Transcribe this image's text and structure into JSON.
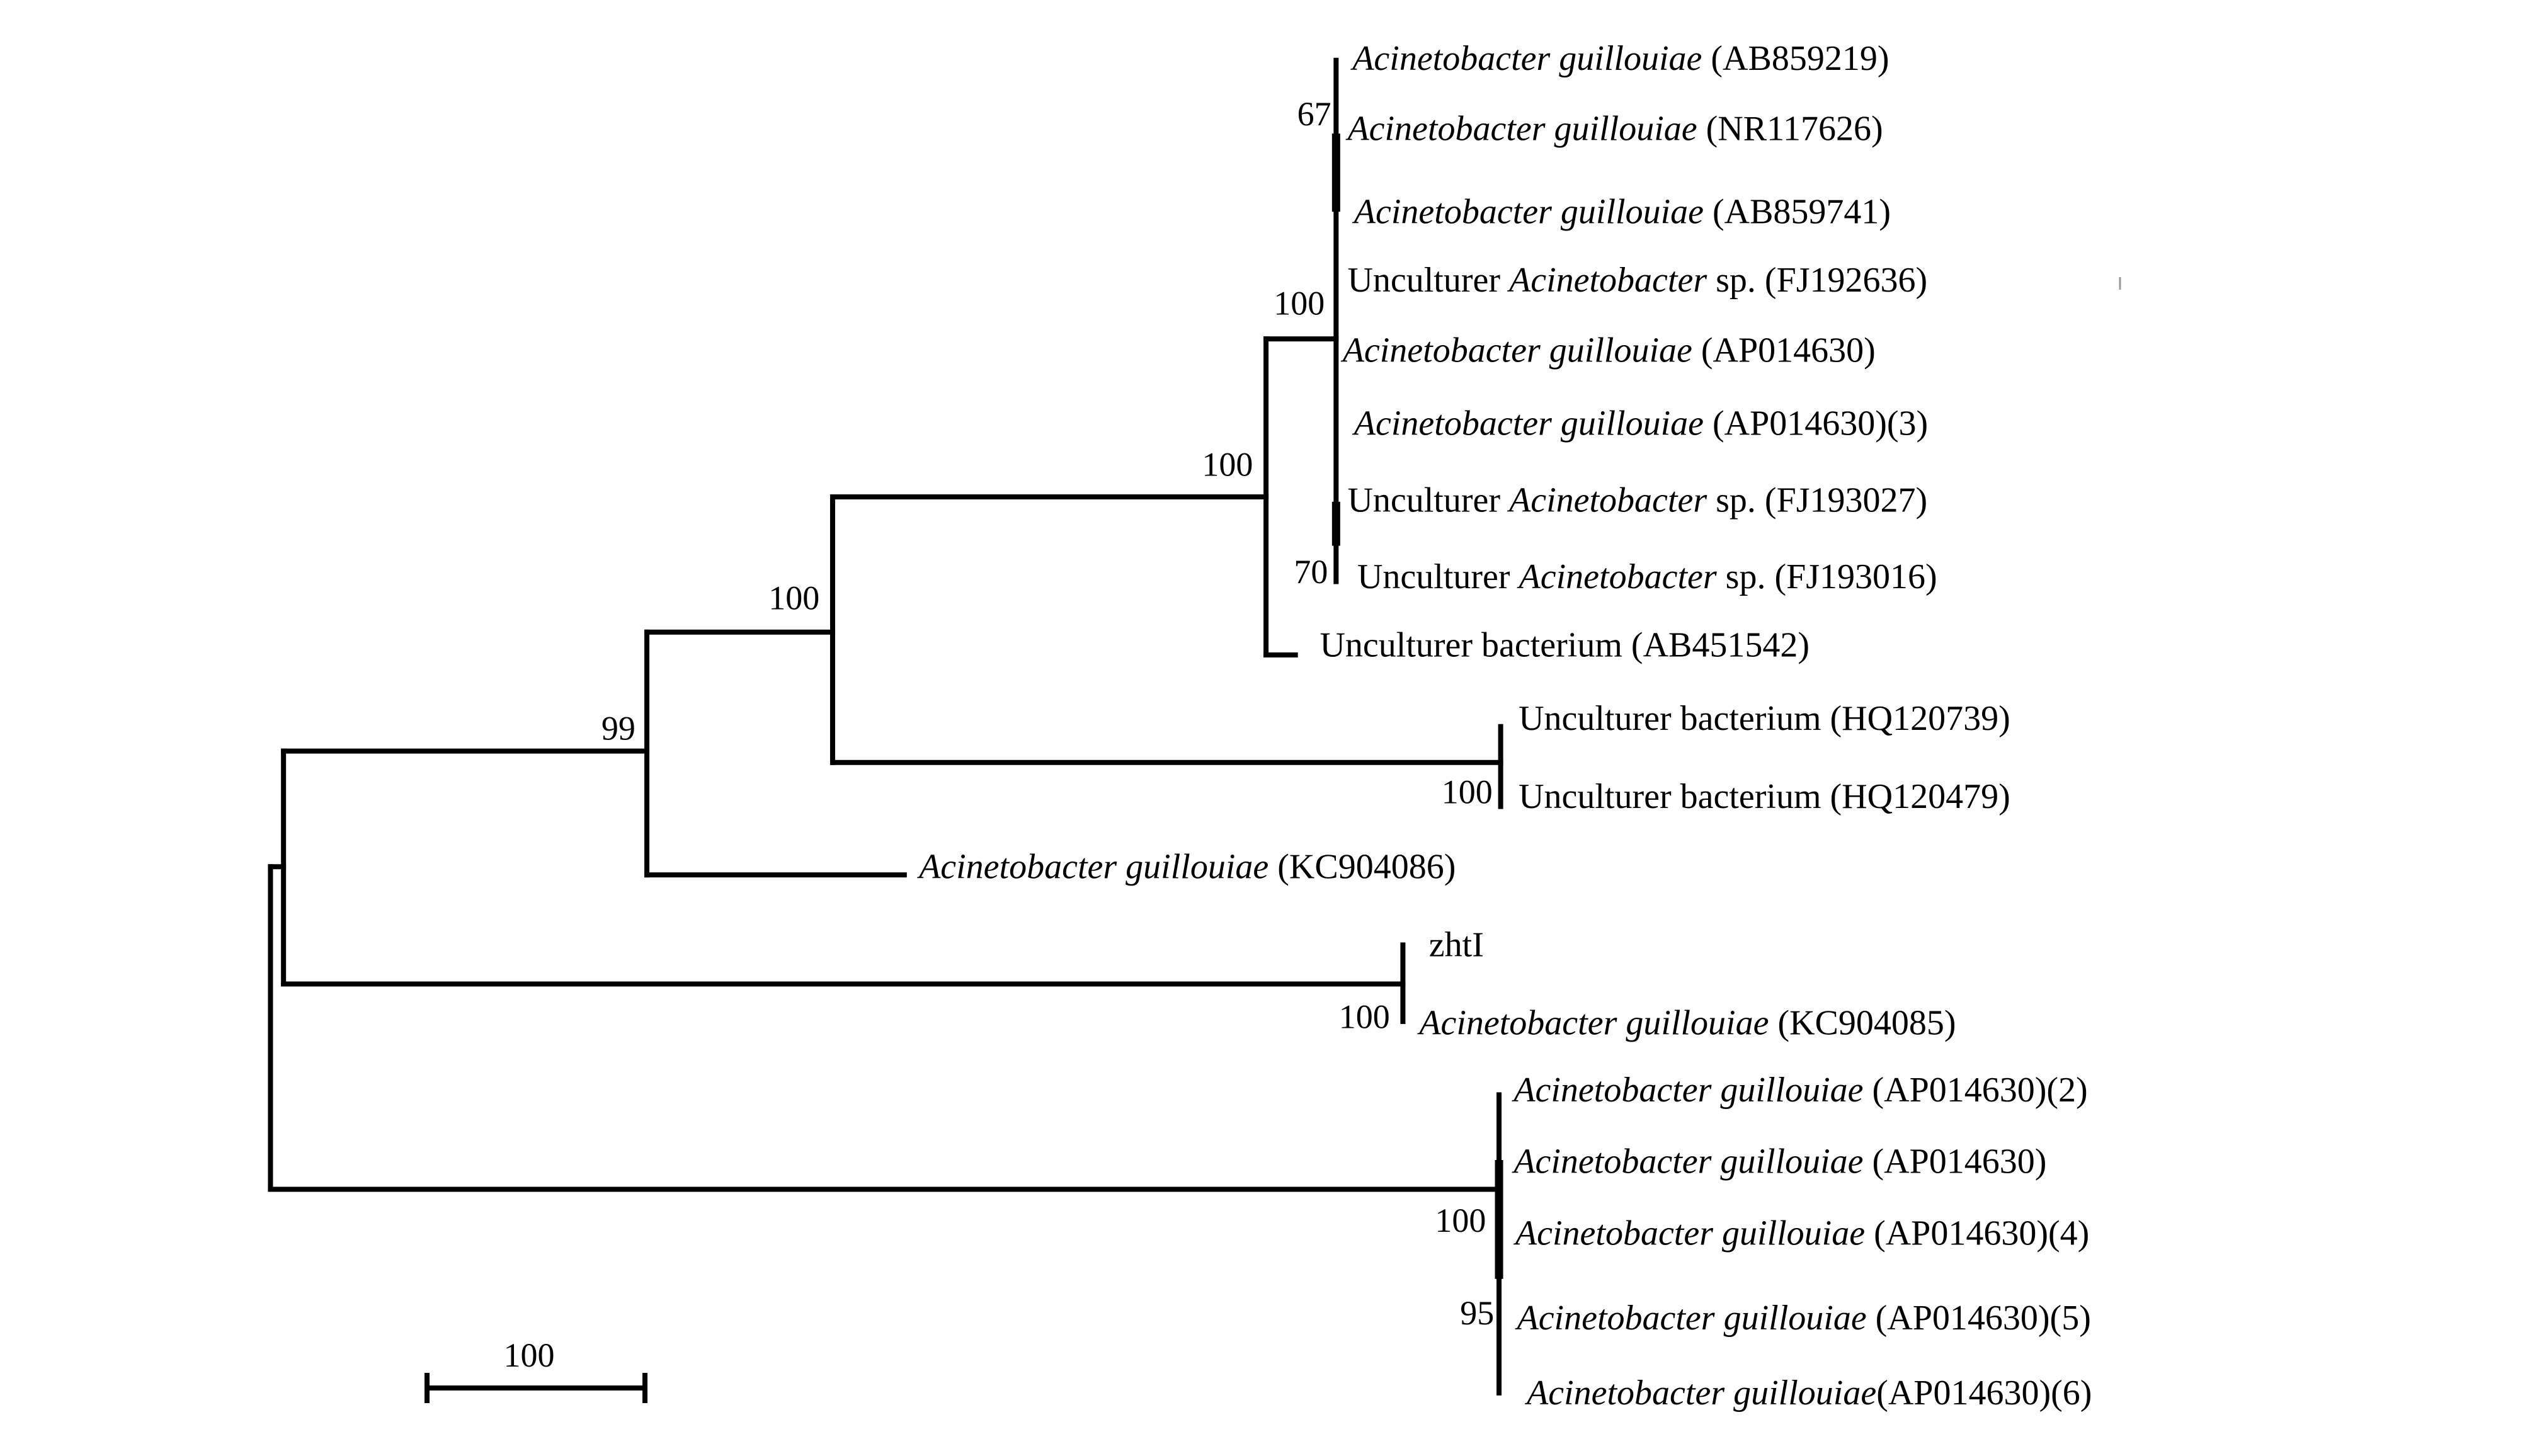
{
  "figure": {
    "type": "phylogenetic-tree",
    "scale_bar": {
      "label": "100",
      "value": 100
    }
  },
  "chart_data": {
    "type": "tree",
    "title": "",
    "scale_bar_label": "100",
    "taxa": [
      {
        "id": "t1",
        "genus": "Acinetobacter guillouiae",
        "prefix": "",
        "suffix": " (AB859219)"
      },
      {
        "id": "t2",
        "genus": "Acinetobacter guillouiae",
        "prefix": "",
        "suffix": " (NR117626)"
      },
      {
        "id": "t3",
        "genus": "Acinetobacter guillouiae",
        "prefix": "",
        "suffix": " (AB859741)"
      },
      {
        "id": "t4",
        "genus": "Acinetobacter",
        "prefix": "Unculturer ",
        "suffix": " sp. (FJ192636)"
      },
      {
        "id": "t5",
        "genus": "Acinetobacter guillouiae",
        "prefix": "",
        "suffix": " (AP014630)"
      },
      {
        "id": "t6",
        "genus": "Acinetobacter guillouiae",
        "prefix": "",
        "suffix": " (AP014630)(3)"
      },
      {
        "id": "t7",
        "genus": "Acinetobacter",
        "prefix": "Unculturer ",
        "suffix": " sp. (FJ193027)"
      },
      {
        "id": "t8",
        "genus": "Acinetobacter",
        "prefix": "Unculturer ",
        "suffix": " sp. (FJ193016)"
      },
      {
        "id": "t9",
        "genus": "",
        "prefix": "Unculturer bacterium (AB451542)",
        "suffix": ""
      },
      {
        "id": "t10",
        "genus": "",
        "prefix": "Unculturer bacterium (HQ120739)",
        "suffix": ""
      },
      {
        "id": "t11",
        "genus": "",
        "prefix": "Unculturer bacterium (HQ120479)",
        "suffix": ""
      },
      {
        "id": "t12",
        "genus": "Acinetobacter guillouiae",
        "prefix": "",
        "suffix": " (KC904086)"
      },
      {
        "id": "t13",
        "genus": "",
        "prefix": "zhtI",
        "suffix": ""
      },
      {
        "id": "t14",
        "genus": "Acinetobacter guillouiae",
        "prefix": "",
        "suffix": " (KC904085)"
      },
      {
        "id": "t15",
        "genus": "Acinetobacter guillouiae",
        "prefix": "",
        "suffix": " (AP014630)(2)"
      },
      {
        "id": "t16",
        "genus": "Acinetobacter guillouiae",
        "prefix": "",
        "suffix": " (AP014630)"
      },
      {
        "id": "t17",
        "genus": "Acinetobacter guillouiae",
        "prefix": "",
        "suffix": " (AP014630)(4)"
      },
      {
        "id": "t18",
        "genus": "Acinetobacter guillouiae",
        "prefix": "",
        "suffix": " (AP014630)(5)"
      },
      {
        "id": "t19",
        "genus": "Acinetobacter guillouiae",
        "prefix": "",
        "suffix": "(AP014630)(6)"
      }
    ],
    "bootstrap_values": [
      {
        "node": "n67",
        "value": "67"
      },
      {
        "node": "n100a",
        "value": "100"
      },
      {
        "node": "n70",
        "value": "70"
      },
      {
        "node": "n100b",
        "value": "100"
      },
      {
        "node": "n100c",
        "value": "100"
      },
      {
        "node": "n99",
        "value": "99"
      },
      {
        "node": "n100d",
        "value": "100"
      },
      {
        "node": "n100e",
        "value": "100"
      },
      {
        "node": "n100f",
        "value": "100"
      },
      {
        "node": "n95",
        "value": "95"
      }
    ]
  }
}
